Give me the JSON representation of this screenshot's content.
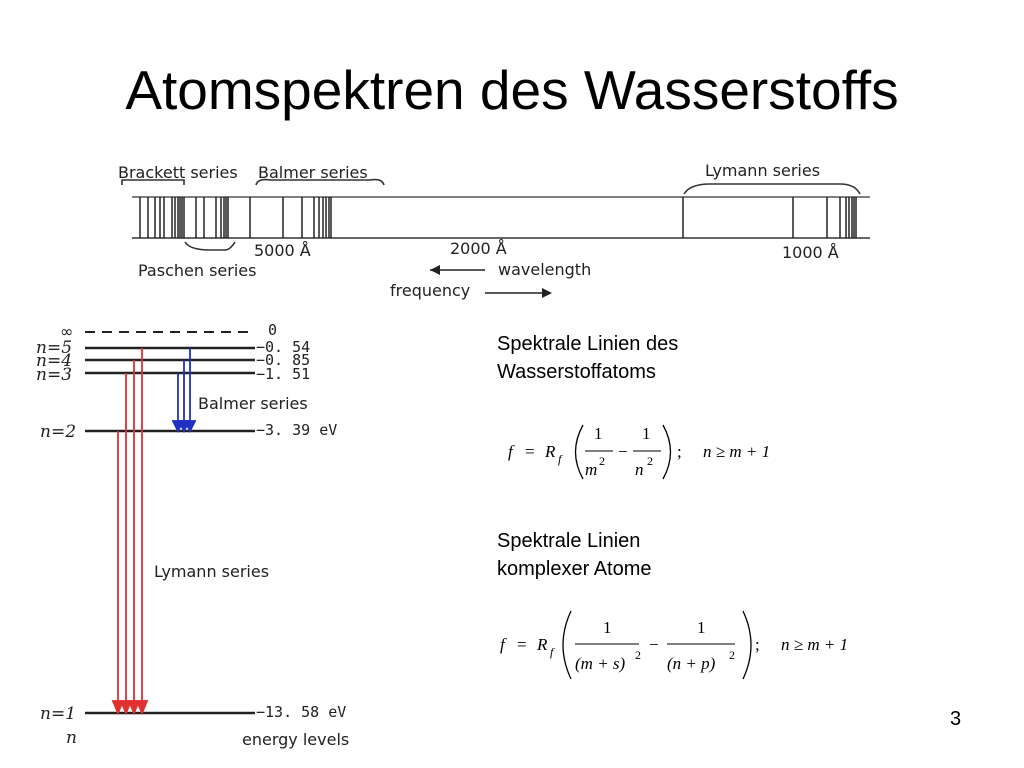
{
  "slide": {
    "title": "Atomspektren des Wasserstoffs",
    "page_number": "3"
  },
  "spectrum": {
    "brackett": "Brackett series",
    "balmer": "Balmer series",
    "lymann": "Lymann series",
    "paschen": "Paschen series",
    "mark_5000": "5000 Å",
    "mark_2000": "2000 Å",
    "mark_1000": "1000 Å",
    "wavelength": "wavelength",
    "frequency": "frequency"
  },
  "levels": {
    "infinity": "∞",
    "n5_label": "n=5",
    "n4_label": "n=4",
    "n3_label": "n=3",
    "n2_label": "n=2",
    "n1_label": "n=1",
    "n_label": "n",
    "e_inf": "0",
    "e5": "−0. 54",
    "e4": "−0. 85",
    "e3": "−1. 51",
    "e2": "−3. 39 eV",
    "e1": "−13. 58 eV",
    "balmer_series": "Balmer series",
    "lymann_series": "Lymann series",
    "energy_levels": "energy levels",
    "colors": {
      "lymann_arrows": "#e03030",
      "balmer_arrows": "#2030c0"
    }
  },
  "text": {
    "block1_line1": "Spektrale Linien des",
    "block1_line2": "Wasserstoffatoms",
    "block2_line1": "Spektrale Linien",
    "block2_line2": "komplexer Atome"
  },
  "formula1": {
    "f": "f",
    "eq": "=",
    "R": "R",
    "sub_f": "f",
    "one": "1",
    "m": "m",
    "n": "n",
    "sq": "2",
    "minus": "−",
    "semi": ";",
    "cond": "n ≥ m + 1"
  },
  "formula2": {
    "f": "f",
    "eq": "=",
    "R": "R",
    "sub_f": "f",
    "one": "1",
    "den1": "(m + s)",
    "den2": "(n + p)",
    "sq": "2",
    "minus": "−",
    "semi": ";",
    "cond": "n ≥ m + 1"
  }
}
